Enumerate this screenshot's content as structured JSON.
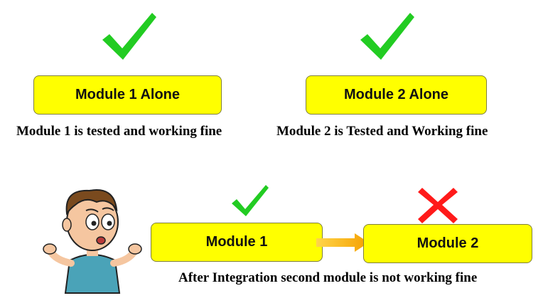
{
  "top_left": {
    "box_label": "Module 1 Alone",
    "caption": "Module 1 is tested and working fine",
    "status_icon": "check-icon"
  },
  "top_right": {
    "box_label": "Module 2 Alone",
    "caption": "Module 2 is Tested and Working fine",
    "status_icon": "check-icon"
  },
  "bottom": {
    "module1_label": "Module 1",
    "module2_label": "Module 2",
    "module1_status_icon": "check-icon",
    "module2_status_icon": "cross-icon",
    "connector_icon": "arrow-right-icon",
    "caption": "After Integration second module is not working fine",
    "character_icon": "confused-boy-icon"
  },
  "colors": {
    "box_fill": "#ffff00",
    "check": "#22cc22",
    "cross": "#ff1a1a",
    "arrow": "#f5b400"
  }
}
